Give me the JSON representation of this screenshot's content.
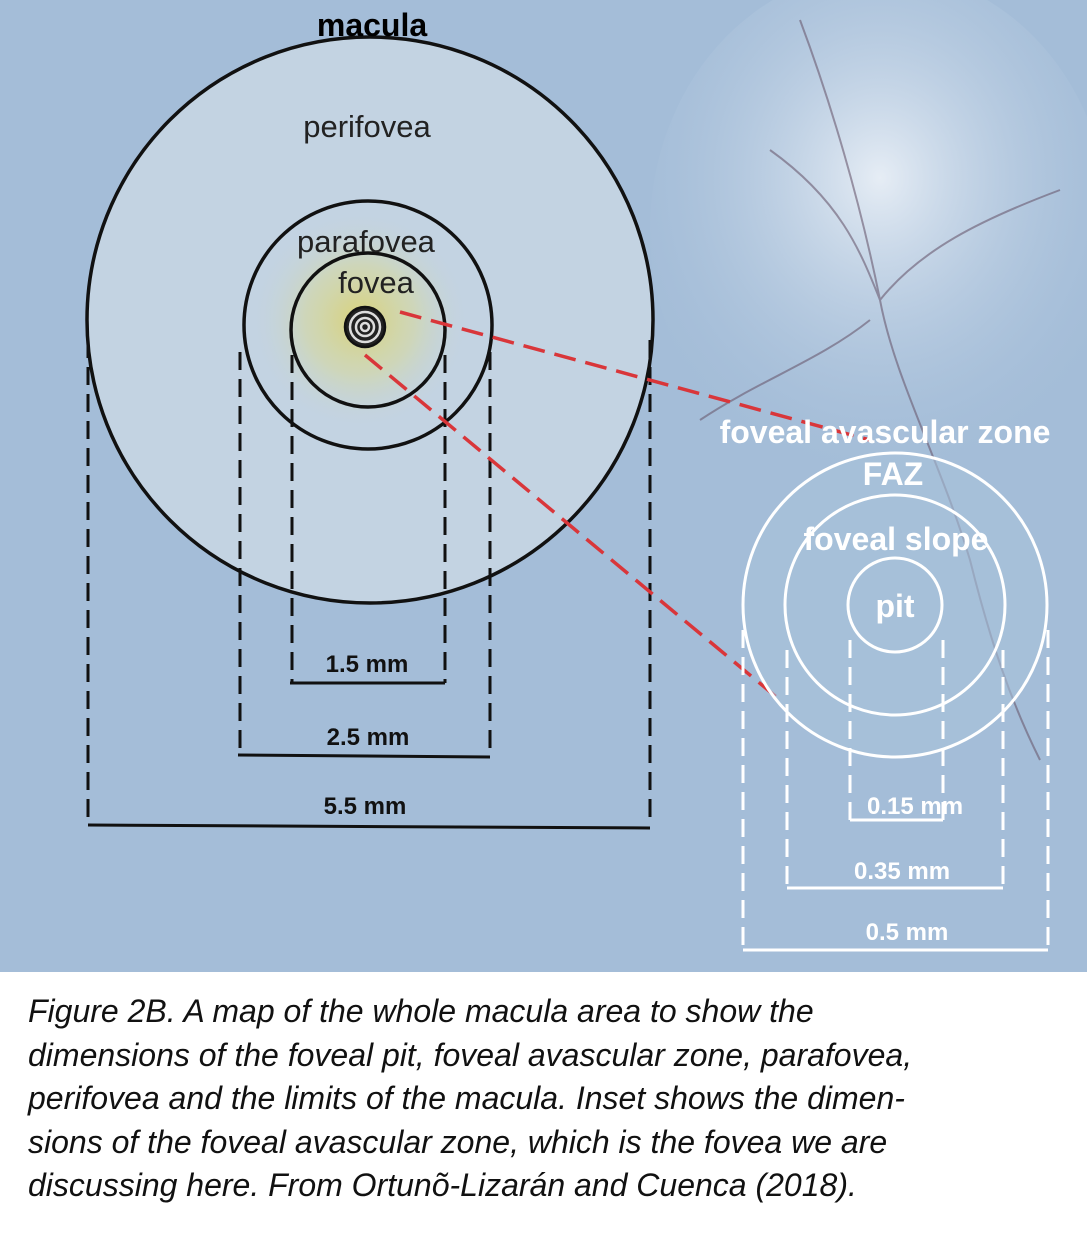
{
  "colors": {
    "background": "#a4bdd8",
    "macula_fill": "#c3d3e2",
    "red_dash": "#d9363a",
    "inset": "#ffffff"
  },
  "main_map": {
    "title": "macula",
    "regions": {
      "perifovea": "perifovea",
      "parafovea": "parafovea",
      "fovea": "fovea"
    },
    "dimensions": {
      "fovea": "1.5 mm",
      "parafovea": "2.5 mm",
      "macula": "5.5 mm"
    }
  },
  "inset": {
    "title": "foveal avascular zone",
    "abbrev": "FAZ",
    "regions": {
      "slope": "foveal slope",
      "pit": "pit"
    },
    "dimensions": {
      "pit": "0.15 mm",
      "slope": "0.35 mm",
      "faz": "0.5 mm"
    }
  },
  "caption": {
    "lines": [
      "Figure 2B.  A map of the whole macula area to show the",
      "dimensions of the  foveal pit, foveal avascular zone, parafovea,",
      "perifovea and the limits of the macula.  Inset shows the dimen-",
      "sions of the foveal avascular zone, which is the fovea we are",
      "discussing here. From Ortunõ-Lizarán and Cuenca  (2018)."
    ]
  }
}
